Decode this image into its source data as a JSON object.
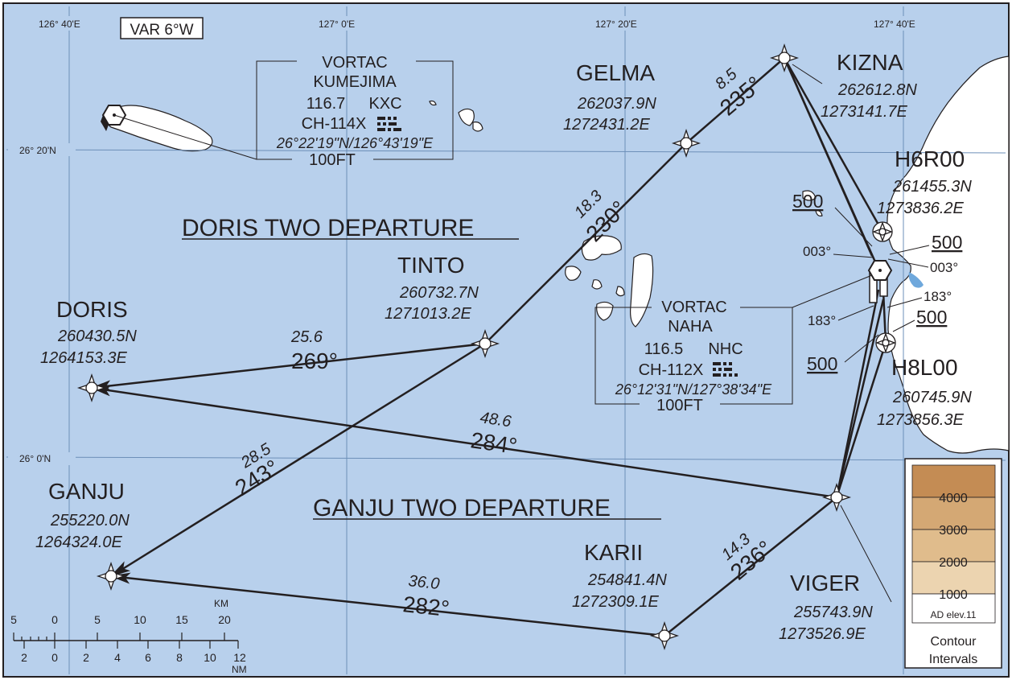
{
  "variation": "VAR 6°W",
  "grid_labels": {
    "lon_126_40": "126°  40'E",
    "lon_127_00": "127°  0'E",
    "lon_127_20": "127°  20'E",
    "lon_127_40": "127°  40'E",
    "lat_26_20": "26°  20'N",
    "lat_26_00": "26°  0'N"
  },
  "procedures": {
    "doris": "DORIS TWO DEPARTURE",
    "ganju": "GANJU TWO DEPARTURE"
  },
  "waypoints": {
    "kizna": {
      "name": "KIZNA",
      "lat": "262612.8N",
      "lon": "1273141.7E"
    },
    "gelma": {
      "name": "GELMA",
      "lat": "262037.9N",
      "lon": "1272431.2E"
    },
    "h6r00": {
      "name": "H6R00",
      "lat": "261455.3N",
      "lon": "1273836.2E"
    },
    "tinto": {
      "name": "TINTO",
      "lat": "260732.7N",
      "lon": "1271013.2E"
    },
    "doris": {
      "name": "DORIS",
      "lat": "260430.5N",
      "lon": "1264153.3E"
    },
    "h8l00": {
      "name": "H8L00",
      "lat": "260745.9N",
      "lon": "1273856.3E"
    },
    "ganju": {
      "name": "GANJU",
      "lat": "255220.0N",
      "lon": "1264324.0E"
    },
    "karii": {
      "name": "KARII",
      "lat": "254841.4N",
      "lon": "1272309.1E"
    },
    "viger": {
      "name": "VIGER",
      "lat": "255743.9N",
      "lon": "1273526.9E"
    }
  },
  "navaids": {
    "kumejima": {
      "type": "VORTAC",
      "name": "KUMEJIMA",
      "freq": "116.7",
      "ident": "KXC",
      "channel": "CH-114X",
      "coords": "26°22'19\"N/126°43'19\"E",
      "elev": "100FT"
    },
    "naha": {
      "type": "VORTAC",
      "name": "NAHA",
      "freq": "116.5",
      "ident": "NHC",
      "channel": "CH-112X",
      "coords": "26°12'31\"N/127°38'34\"E",
      "elev": "100FT"
    }
  },
  "legs": {
    "kizna_gelma": {
      "dist": "8.5",
      "course": "235°"
    },
    "gelma_tinto": {
      "dist": "18.3",
      "course": "230°"
    },
    "tinto_doris": {
      "dist": "25.6",
      "course": "269°"
    },
    "tinto_ganju": {
      "dist": "28.5",
      "course": "243°"
    },
    "viger_doris": {
      "dist": "48.6",
      "course": "284°"
    },
    "karii_viger": {
      "dist": "14.3",
      "course": "236°"
    },
    "karii_ganju": {
      "dist": "36.0",
      "course": "282°"
    }
  },
  "runway": {
    "alt_left_upper": "500",
    "alt_right_upper": "500",
    "alt_right_lower": "500",
    "alt_left_lower": "500",
    "hdg_003_left": "003°",
    "hdg_003_right": "003°",
    "hdg_183_right": "183°",
    "hdg_183_left": "183°"
  },
  "scale": {
    "km_label": "KM",
    "nm_label": "NM",
    "km_ticks": [
      "5",
      "0",
      "5",
      "10",
      "15",
      "20"
    ],
    "nm_ticks": [
      "2",
      "0",
      "2",
      "4",
      "6",
      "8",
      "10",
      "12"
    ]
  },
  "contour_legend": {
    "levels": [
      "4000",
      "3000",
      "2000",
      "1000"
    ],
    "ad_elev": "AD elev.11",
    "title_line1": "Contour",
    "title_line2": "Intervals"
  },
  "colors": {
    "sea": "#b8d0ec",
    "land": "#ffffff",
    "contour_4000": "#c48c54",
    "contour_3000": "#d4a874",
    "contour_2000": "#e0bc8c",
    "contour_1000": "#ecd4b0",
    "ink": "#231f20"
  }
}
